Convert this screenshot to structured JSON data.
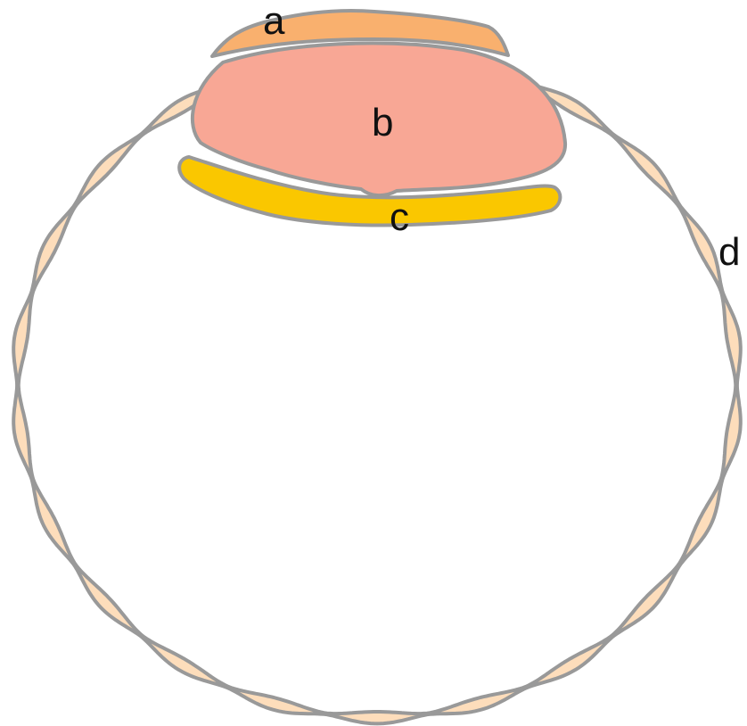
{
  "labels": {
    "a": "a",
    "b": "b",
    "c": "c",
    "d": "d"
  },
  "colors": {
    "outline": "#999999",
    "ring_fill": "#FDDDBB",
    "a_fill": "#F9B06E",
    "b_fill": "#F8A795",
    "c_fill": "#FAC700",
    "background": "#FFFFFF"
  }
}
